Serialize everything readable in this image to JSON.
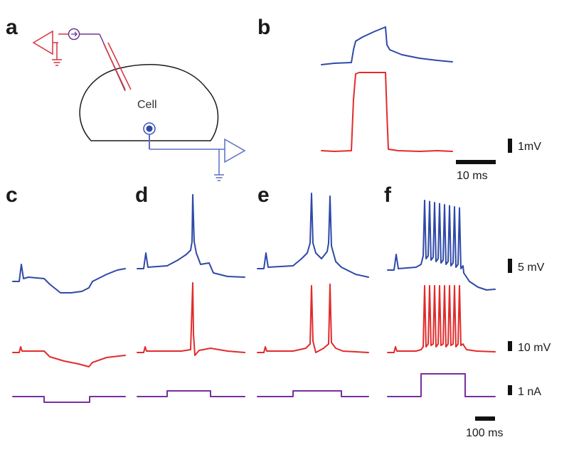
{
  "panels": {
    "a": "a",
    "b": "b",
    "c": "c",
    "d": "d",
    "e": "e",
    "f": "f"
  },
  "cell_label": "Cell",
  "scale_labels": {
    "b_voltage": "1mV",
    "b_time": "10 ms",
    "voltage_top": "5 mV",
    "voltage_mid": "10 mV",
    "current": "1 nA",
    "time": "100 ms"
  },
  "colors": {
    "recording_top": "#2f49a8",
    "recording_mid": "#e22b2b",
    "current_step": "#7a2f9e",
    "electrode_red": "#d7323f",
    "electrode_blue": "#5a6ec0",
    "electrode_purple": "#6a3a8e",
    "outline": "#1a1a1a"
  },
  "icons": [
    "amplifier-triangle-icon",
    "current-source-icon",
    "ground-icon",
    "patch-electrode-icon"
  ]
}
